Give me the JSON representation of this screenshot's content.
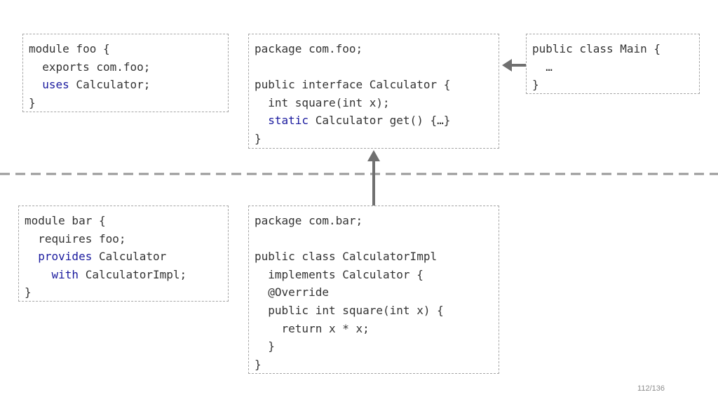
{
  "colors": {
    "keyword": "#1a1a9e",
    "text": "#333333",
    "border": "#a6a6a6",
    "arrow": "#707070"
  },
  "boxes": {
    "module_foo": {
      "lines": [
        [
          {
            "t": "module foo {"
          }
        ],
        [
          {
            "t": "  exports com.foo;"
          }
        ],
        [
          {
            "t": "  "
          },
          {
            "t": "uses",
            "kw": true
          },
          {
            "t": " Calculator;"
          }
        ],
        [
          {
            "t": "}"
          }
        ]
      ]
    },
    "package_foo": {
      "lines": [
        [
          {
            "t": "package com.foo;"
          }
        ],
        [
          {
            "t": ""
          }
        ],
        [
          {
            "t": "public interface Calculator {"
          }
        ],
        [
          {
            "t": "  int square(int x);"
          }
        ],
        [
          {
            "t": "  "
          },
          {
            "t": "static",
            "kw": true
          },
          {
            "t": " Calculator get() {…}"
          }
        ],
        [
          {
            "t": "}"
          }
        ]
      ]
    },
    "main_class": {
      "lines": [
        [
          {
            "t": "public class Main {"
          }
        ],
        [
          {
            "t": "  …"
          }
        ],
        [
          {
            "t": "}"
          }
        ]
      ]
    },
    "module_bar": {
      "lines": [
        [
          {
            "t": "module bar {"
          }
        ],
        [
          {
            "t": "  requires foo;"
          }
        ],
        [
          {
            "t": "  "
          },
          {
            "t": "provides",
            "kw": true
          },
          {
            "t": " Calculator"
          }
        ],
        [
          {
            "t": "    "
          },
          {
            "t": "with",
            "kw": true
          },
          {
            "t": " CalculatorImpl;"
          }
        ],
        [
          {
            "t": "}"
          }
        ]
      ]
    },
    "package_bar": {
      "lines": [
        [
          {
            "t": "package com.bar;"
          }
        ],
        [
          {
            "t": ""
          }
        ],
        [
          {
            "t": "public class CalculatorImpl"
          }
        ],
        [
          {
            "t": "  implements Calculator {"
          }
        ],
        [
          {
            "t": "  @Override"
          }
        ],
        [
          {
            "t": "  public int square(int x) {"
          }
        ],
        [
          {
            "t": "    return x * x;"
          }
        ],
        [
          {
            "t": "  }"
          }
        ],
        [
          {
            "t": "}"
          }
        ]
      ]
    }
  },
  "footer": {
    "page_number": "112/136"
  }
}
